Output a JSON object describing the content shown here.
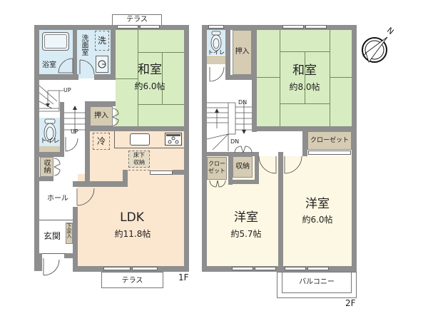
{
  "floor1": {
    "label": "1F",
    "terrace_top": "テラス",
    "terrace_bottom": "テラス",
    "rooms": {
      "washitsu": {
        "name": "和室",
        "size": "約6.0帖"
      },
      "bath": {
        "name": "浴室"
      },
      "washroom": {
        "name": "洗面室"
      },
      "laundry": {
        "name": "洗"
      },
      "oshiire": {
        "name": "押入"
      },
      "toilet": {
        "name": "トイレ"
      },
      "shuno": {
        "name": "収納"
      },
      "hall": {
        "name": "ホール"
      },
      "genkan": {
        "name": "玄関"
      },
      "getabako": {
        "name": "下足入"
      },
      "fridge": {
        "name": "冷"
      },
      "underfloor": {
        "name": "床下収納"
      },
      "ldk": {
        "name": "LDK",
        "size": "約11.8帖"
      }
    },
    "stairs": {
      "up1": "UP",
      "up2": "UP"
    }
  },
  "floor2": {
    "label": "2F",
    "balcony": "バルコニー",
    "rooms": {
      "toilet": {
        "name": "トイレ"
      },
      "oshiire": {
        "name": "押入"
      },
      "washitsu": {
        "name": "和室",
        "size": "約8.0帖"
      },
      "closet_right": {
        "name": "クローゼット"
      },
      "closet_left": {
        "name": "クローゼット"
      },
      "shuno": {
        "name": "収納"
      },
      "youshitsu_left": {
        "name": "洋室",
        "size": "約5.7帖"
      },
      "youshitsu_right": {
        "name": "洋室",
        "size": "約6.0帖"
      }
    },
    "stairs": {
      "dn1": "DN",
      "dn2": "DN"
    }
  },
  "compass": {
    "north_label": "N"
  },
  "colors": {
    "wall": "#8e8e8e",
    "tatami": "#d8ecc2",
    "wet_area": "#d9ecf5",
    "ldk": "#fbe6cf",
    "western_room": "#fdf8e3",
    "storage": "#d6ccb4"
  }
}
